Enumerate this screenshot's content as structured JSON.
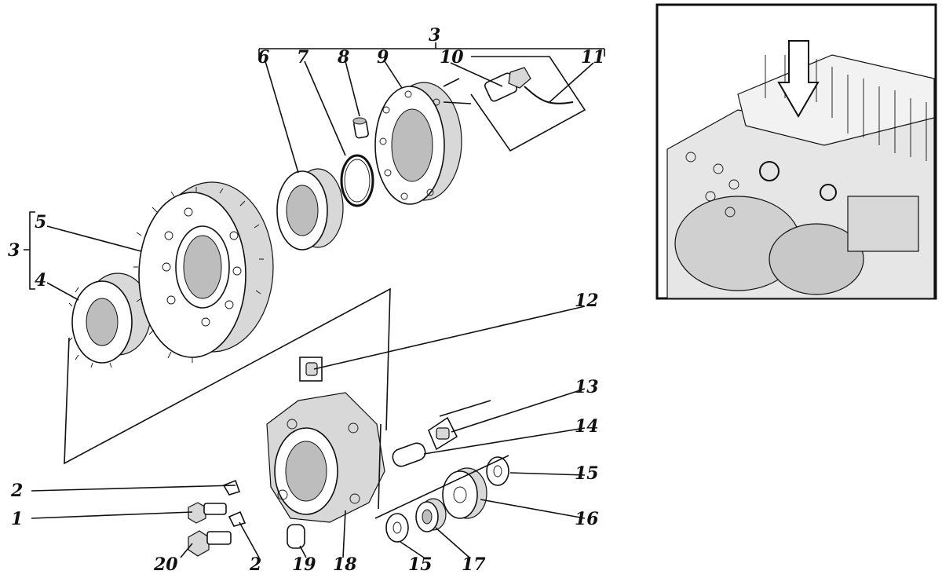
{
  "labels": {
    "l1": "1",
    "l2a": "2",
    "l2b": "2",
    "l3top": "3",
    "l3left": "3",
    "l4": "4",
    "l5": "5",
    "l6": "6",
    "l7": "7",
    "l8": "8",
    "l9": "9",
    "l10": "10",
    "l11": "11",
    "l12": "12",
    "l13": "13",
    "l14": "14",
    "l15a": "15",
    "l15b": "15",
    "l16": "16",
    "l17": "17",
    "l18": "18",
    "l19": "19",
    "l20": "20"
  },
  "inset": {
    "icon": "downward-arrow-icon"
  }
}
